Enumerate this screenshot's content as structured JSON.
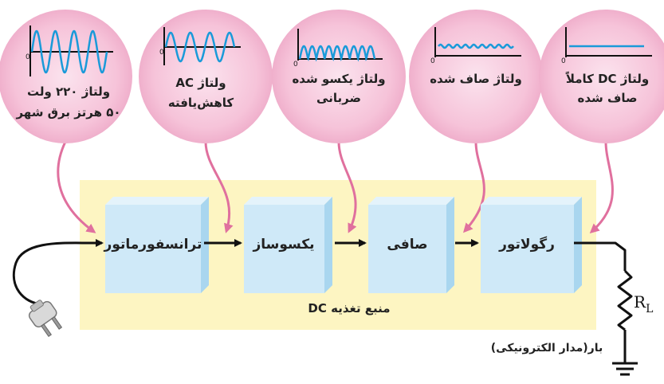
{
  "bubbles": [
    {
      "id": "mains",
      "line1": "ولتاژ ۲۲۰ ولت",
      "line2": "۵۰ هرتز برق شهر",
      "zero": "0",
      "wave": "ac-full"
    },
    {
      "id": "stepdown",
      "line1": "ولتاژ AC",
      "line2": "کاهش‌یافته",
      "zero": "0",
      "wave": "ac-small"
    },
    {
      "id": "rectified",
      "line1": "ولتاژ یکسو شده",
      "line2": "ضربانی",
      "zero": "0",
      "wave": "pulsating"
    },
    {
      "id": "filtered",
      "line1": "ولتاژ صاف شده",
      "line2": "",
      "zero": "0",
      "wave": "ripple"
    },
    {
      "id": "regulated",
      "line1": "ولتاژ DC کاملاً",
      "line2": "صاف شده",
      "zero": "0",
      "wave": "dc"
    }
  ],
  "blocks": [
    {
      "id": "transformer",
      "label": "ترانسفورماتور"
    },
    {
      "id": "rectifier",
      "label": "یکسوساز"
    },
    {
      "id": "filter",
      "label": "صافی"
    },
    {
      "id": "regulator",
      "label": "رگولاتور"
    }
  ],
  "panel": {
    "label": "منبع تغذیه DC"
  },
  "load": {
    "label": "بار(مدار الکترونیکی)",
    "resistor": "R",
    "resistor_sub": "L"
  },
  "colors": {
    "bubble_fill": "#f7c9dc",
    "bubble_edge": "#efaacb",
    "wave": "#1a9ad9",
    "panel": "#fdf5c2",
    "block_front": "#cfe9f8",
    "block_side": "#a9d6ef",
    "connector": "#e0709e",
    "wire": "#111111"
  },
  "icons": [
    "power-plug-icon",
    "ground-icon",
    "resistor-icon"
  ]
}
